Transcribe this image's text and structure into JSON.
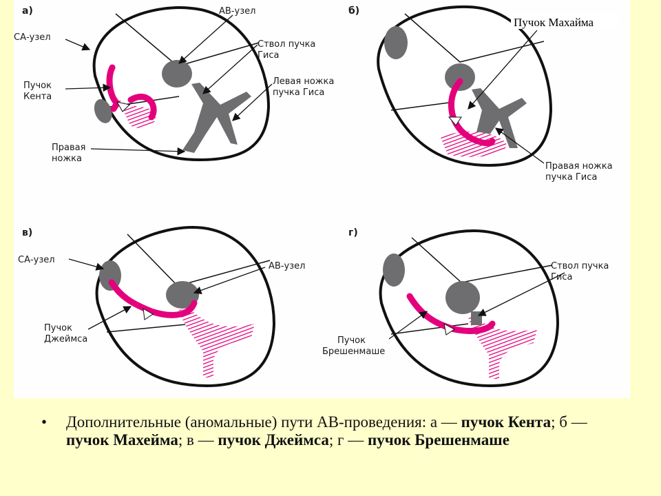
{
  "panels": {
    "a": {
      "letter": "а)",
      "labels": {
        "av_node": "АВ-узел",
        "sa_node": "СА-узел",
        "his_trunk_1": "Ствол пучка",
        "his_trunk_2": "Гиса",
        "kent_1": "Пучок",
        "kent_2": "Кента",
        "left_bundle_1": "Левая ножка",
        "left_bundle_2": "пучка Гиса",
        "right_bundle_1": "Правая",
        "right_bundle_2": "ножка"
      }
    },
    "b": {
      "letter": "б)",
      "labels": {
        "mahaim": "Пучок Махайма",
        "right_bundle_1": "Правая ножка",
        "right_bundle_2": "пучка Гиса"
      }
    },
    "c": {
      "letter": "в)",
      "labels": {
        "sa_node": "СА-узел",
        "av_node": "АВ-узел",
        "james_1": "Пучок",
        "james_2": "Джеймса"
      }
    },
    "d": {
      "letter": "г)",
      "labels": {
        "his_trunk_1": "Ствол пучка",
        "his_trunk_2": "Гиса",
        "bresch_1": "Пучок",
        "bresch_2": "Брешенмаше"
      }
    }
  },
  "caption": {
    "bullet": "•",
    "part1": "Дополнительные (аномальные) пути АВ-проведения: а — ",
    "bold1": "пучок Кента",
    "part2": "; б — ",
    "bold2": "пучок Махейма",
    "part3": "; в — ",
    "bold3": "пучок Джеймса",
    "part4": "; г — ",
    "bold4": "пучок Брешенмаше"
  },
  "colors": {
    "background": "#FFFFCC",
    "magenta": "#E4007C",
    "node_gray": "#6E6E70"
  }
}
